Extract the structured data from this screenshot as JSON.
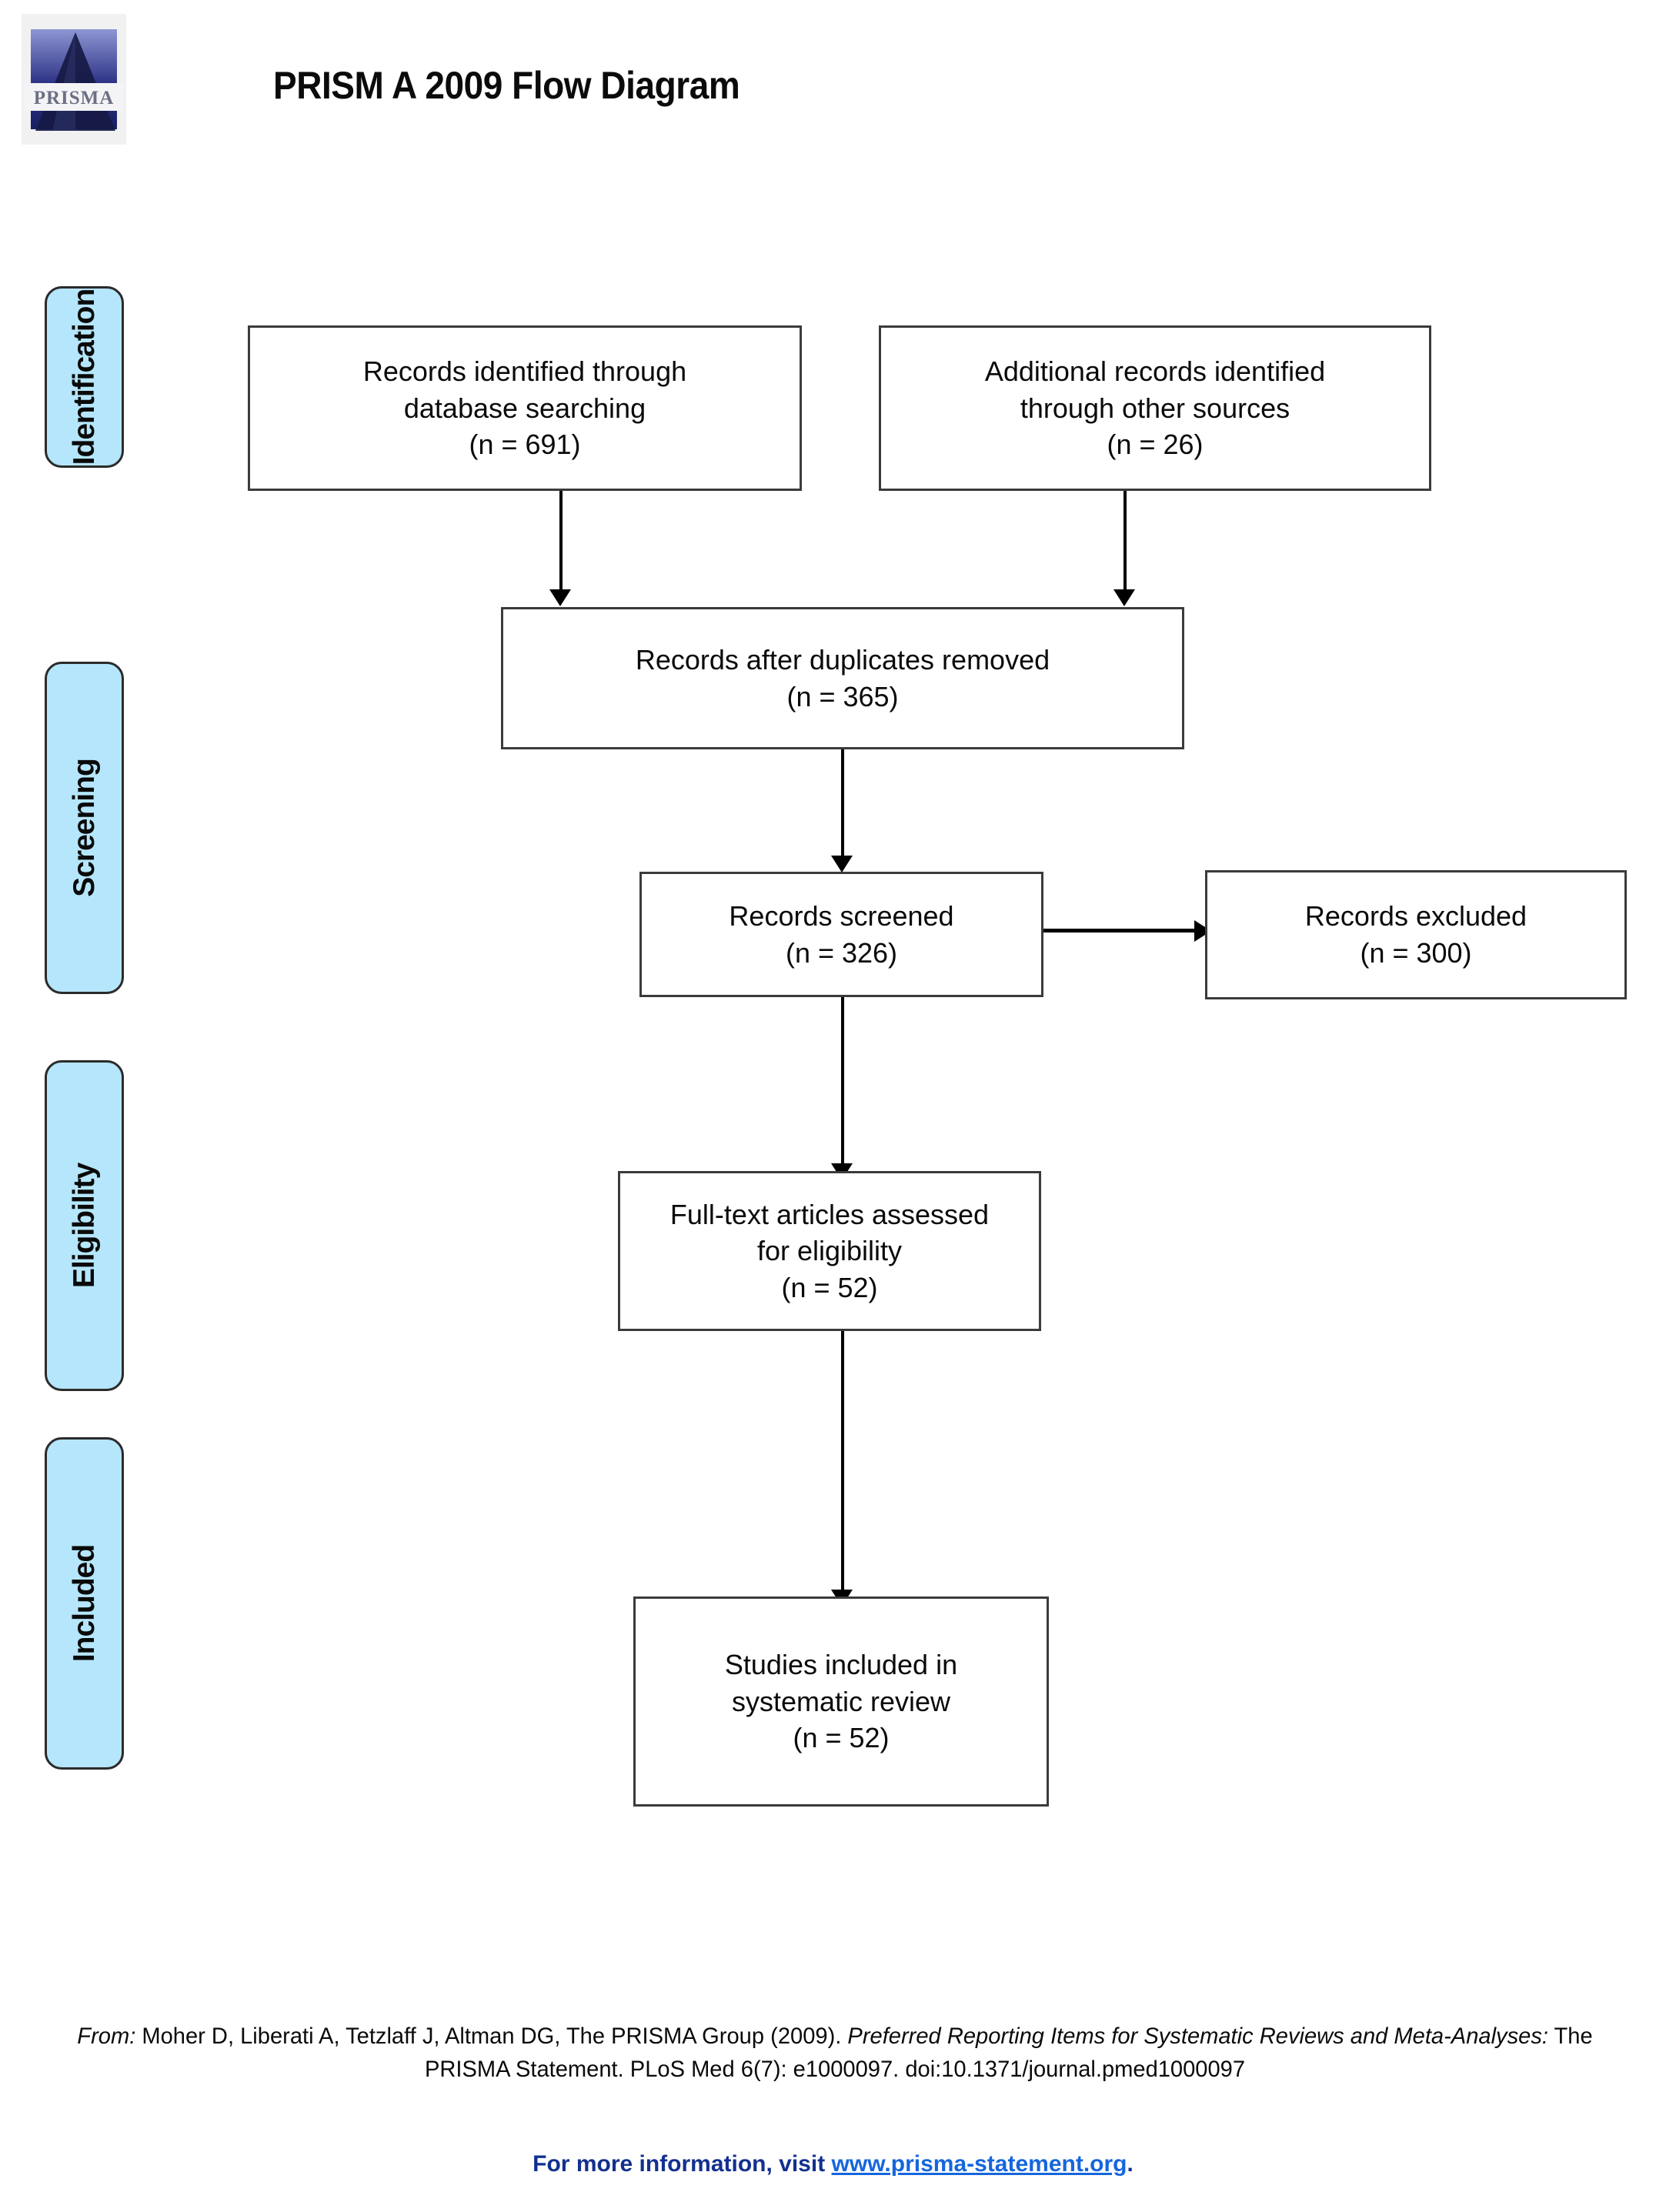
{
  "header": {
    "title": "PRISM A 2009 Flow Diagram",
    "logo_text": "PRISMA",
    "logo_name": "prisma-logo"
  },
  "stages": [
    {
      "label": "Identification"
    },
    {
      "label": "Screening"
    },
    {
      "label": "Eligibility"
    },
    {
      "label": "Included"
    }
  ],
  "boxes": {
    "database_records": {
      "lines": [
        "Records identified through",
        "database searching",
        "(n = 691)"
      ],
      "count": 691
    },
    "other_records": {
      "lines": [
        "Additional records identified",
        "through other sources",
        "(n = 26)"
      ],
      "count": 26
    },
    "after_duplicates": {
      "lines": [
        "Records after duplicates removed",
        "(n = 365)"
      ],
      "count": 365
    },
    "screened": {
      "lines": [
        "Records screened",
        "(n = 326)"
      ],
      "count": 326
    },
    "excluded": {
      "lines": [
        "Records excluded",
        "(n = 300)"
      ],
      "count": 300
    },
    "fulltext": {
      "lines": [
        "Full-text articles assessed",
        "for eligibility",
        "(n = 52)"
      ],
      "count": 52
    },
    "included": {
      "lines": [
        "Studies included in",
        "systematic review",
        "(n = 52)"
      ],
      "count": 52
    }
  },
  "footer": {
    "from_label": "From:",
    "citation_part1": " Moher D, Liberati A, Tetzlaff J, Altman DG, The PRISMA Group (2009). ",
    "citation_italic": "Preferred Reporting Items for Systematic Reviews and Meta-Analyses:",
    "citation_part2": " The PRISMA Statement. PLoS Med 6(7): e1000097. doi:10.1371/journal.pmed1000097",
    "more_info_prefix": "For more information, visit ",
    "more_info_url": "www.prisma-statement.org",
    "more_info_suffix": "."
  },
  "colors": {
    "stage_fill": "#b5e6fb",
    "stage_border": "#2b2b2b",
    "box_border": "#3b3b3b",
    "link": "#1566dd",
    "link_prefix": "#12308f"
  },
  "chart_data": {
    "type": "diagram",
    "title": "PRISM A 2009 Flow Diagram",
    "nodes": [
      {
        "id": "database_records",
        "stage": "Identification",
        "label": "Records identified through database searching",
        "n": 691
      },
      {
        "id": "other_records",
        "stage": "Identification",
        "label": "Additional records identified through other sources",
        "n": 26
      },
      {
        "id": "after_duplicates",
        "stage": "Screening",
        "label": "Records after duplicates removed",
        "n": 365
      },
      {
        "id": "screened",
        "stage": "Screening",
        "label": "Records screened",
        "n": 326
      },
      {
        "id": "excluded",
        "stage": "Screening",
        "label": "Records excluded",
        "n": 300
      },
      {
        "id": "fulltext",
        "stage": "Eligibility",
        "label": "Full-text articles assessed for eligibility",
        "n": 52
      },
      {
        "id": "included",
        "stage": "Included",
        "label": "Studies included in systematic review",
        "n": 52
      }
    ],
    "edges": [
      {
        "from": "database_records",
        "to": "after_duplicates"
      },
      {
        "from": "other_records",
        "to": "after_duplicates"
      },
      {
        "from": "after_duplicates",
        "to": "screened"
      },
      {
        "from": "screened",
        "to": "excluded"
      },
      {
        "from": "screened",
        "to": "fulltext"
      },
      {
        "from": "fulltext",
        "to": "included"
      }
    ]
  }
}
